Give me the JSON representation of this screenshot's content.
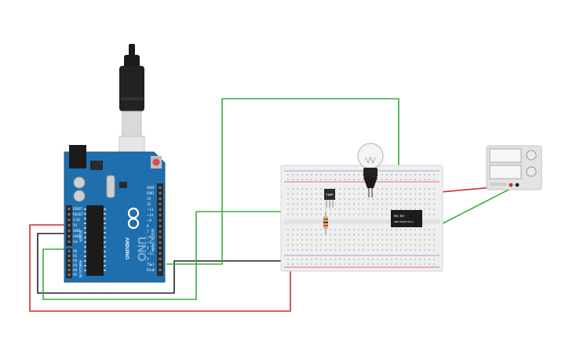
{
  "board": {
    "brand_text": "ARDUINO",
    "model_text": "UNO",
    "power_header_label": "POWER",
    "analog_header_label": "ANALOG IN",
    "digital_header_label": "DIGITAL (PWM~)",
    "power_pins": [
      "IOREF",
      "RESET",
      "3.3V",
      "5V",
      "GND",
      "GND",
      "Vin"
    ],
    "analog_pins": [
      "A0",
      "A1",
      "A2",
      "A3",
      "A4",
      "A5"
    ],
    "digital_pins": [
      "AREF",
      "GND",
      "13",
      "12",
      "~11",
      "~10",
      "~9",
      "8",
      "7",
      "~6",
      "~5",
      "4",
      "~3",
      "2",
      "TX▸1",
      "RX◂0"
    ],
    "body_color": "#1f6fae",
    "header_color": "#2a2a2a"
  },
  "sensor": {
    "label": "TMP"
  },
  "relay": {
    "label_line1": "DC 5V",
    "label_line2": "SRD-05VDC-SL-C"
  },
  "wires": {
    "red": "#d22b2b",
    "green": "#3cab3c",
    "black": "#222222"
  }
}
